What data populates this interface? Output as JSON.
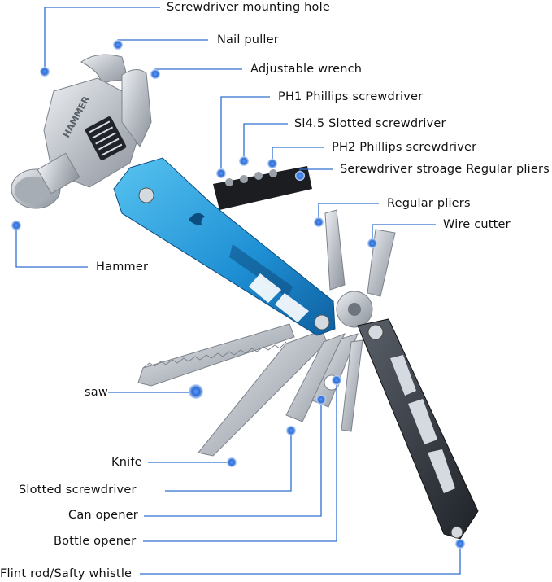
{
  "labels": {
    "screwdriver_mounting_hole": "Screwdriver mounting hole",
    "nail_puller": "Nail puller",
    "adjustable_wrench": "Adjustable wrench",
    "ph1": "PH1 Phillips screwdriver",
    "sl45": "Sl4.5 Slotted screwdriver",
    "ph2": "PH2 Phillips screwdriver",
    "storage": "Serewdriver stroage Regular pliers",
    "regular_pliers": "Regular pliers",
    "wire_cutter": "Wire cutter",
    "hammer": "Hammer",
    "saw": "saw",
    "knife": "Knife",
    "slotted_screwdriver": "Slotted screwdriver",
    "can_opener": "Can opener",
    "bottle_opener": "Bottle opener",
    "flint_rod": "Flint rod/Safty whistle"
  },
  "engraving": "HAMMER",
  "colors": {
    "leader": "#2f6fd1",
    "dot": "#2f6fd1",
    "handle_blue": "#2aa0e0",
    "handle_dark": "#2b2f36",
    "steel": "#c9ced4"
  }
}
